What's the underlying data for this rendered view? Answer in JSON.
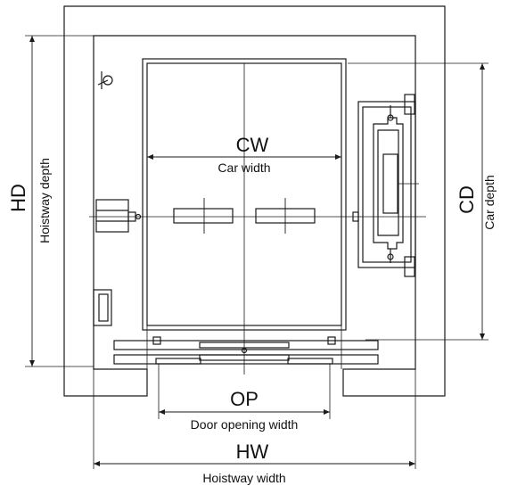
{
  "colors": {
    "line": "#1a1a1a",
    "background": "#ffffff"
  },
  "labels": {
    "cw_abbr": "CW",
    "cw_text": "Car width",
    "op_abbr": "OP",
    "op_text": "Door opening width",
    "hw_abbr": "HW",
    "hw_text": "Hoistway width",
    "hd_abbr": "HD",
    "hd_text": "Hoistway depth",
    "cd_abbr": "CD",
    "cd_text": "Car depth"
  }
}
